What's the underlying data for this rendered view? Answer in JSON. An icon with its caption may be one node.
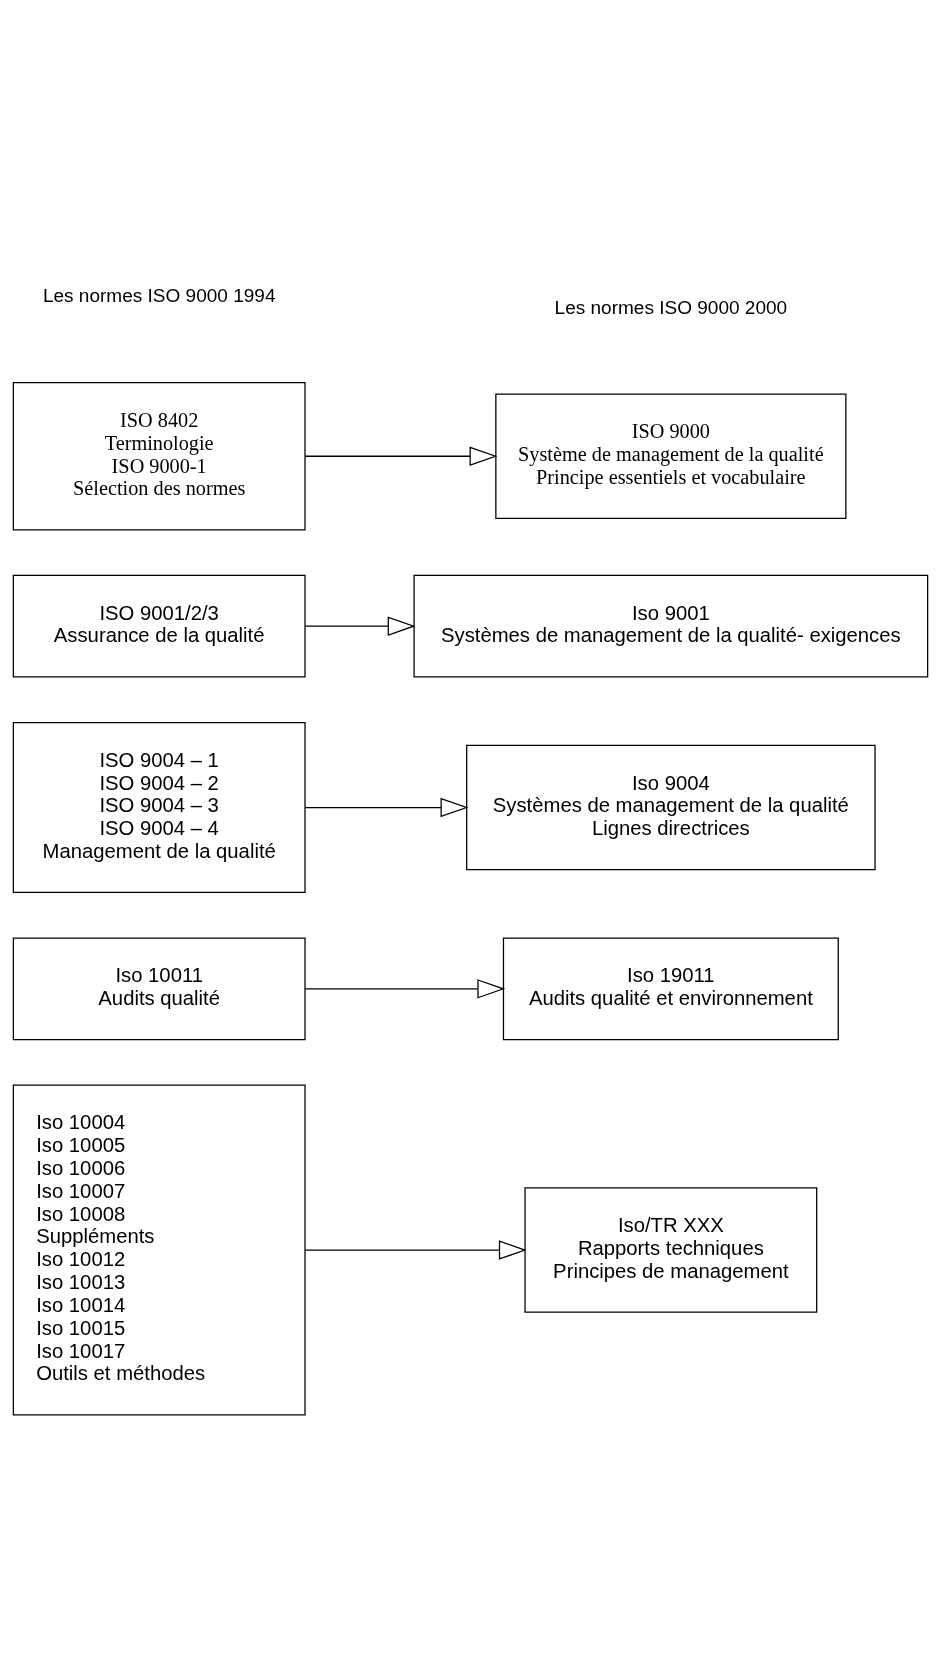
{
  "diagram": {
    "nodes": [
      {
        "text": [
          "ISO 8402",
          "Terminologie",
          "ISO 9000-1",
          "Sélection des normes"
        ]
      },
      {
        "text": [
          "ISO 9000",
          "Système de management de la qualité",
          "Principe essentiels et vocabulaire"
        ]
      },
      {
        "text": [
          "ISO 9001/2/3",
          "Assurance de la qualité"
        ]
      },
      {
        "text": [
          "Iso 9001",
          "Systèmes de management de la qualité- exigences"
        ]
      },
      {
        "text": [
          "ISO 9004 – 1",
          "ISO 9004 – 2",
          "ISO 9004 – 3",
          "ISO 9004 – 4",
          "Management de la qualité"
        ]
      },
      {
        "text": [
          "Iso 9004",
          "Systèmes de management de la qualité",
          "Lignes directrices"
        ]
      },
      {
        "text": [
          "Iso 10011",
          "Audits qualité"
        ]
      },
      {
        "text": [
          "Iso 19011",
          "Audits qualité et environnement"
        ]
      },
      {
        "text": [
          "Iso 10004",
          "Iso 10005",
          "Iso 10006",
          "Iso 10007",
          "Iso 10008",
          "Suppléments",
          "Iso 10012",
          "Iso 10013",
          "Iso 10014",
          "Iso 10015",
          "Iso 10017",
          "Outils et méthodes"
        ]
      },
      {
        "text": [
          "Iso/TR XXX",
          "Rapports techniques",
          "Principes de management"
        ]
      }
    ],
    "edges": [
      {
        "from": 0,
        "to": 1,
        "arrow": "to"
      },
      {
        "from": 2,
        "to": 3,
        "arrow": "to"
      },
      {
        "from": 4,
        "to": 5,
        "arrow": "to"
      },
      {
        "from": 6,
        "to": 7,
        "arrow": "to"
      },
      {
        "from": 8,
        "to": 9,
        "arrow": "to"
      }
    ],
    "labels": [
      "Les normes ISO 9000 1994",
      "Les normes ISO 9000 2000"
    ]
  }
}
